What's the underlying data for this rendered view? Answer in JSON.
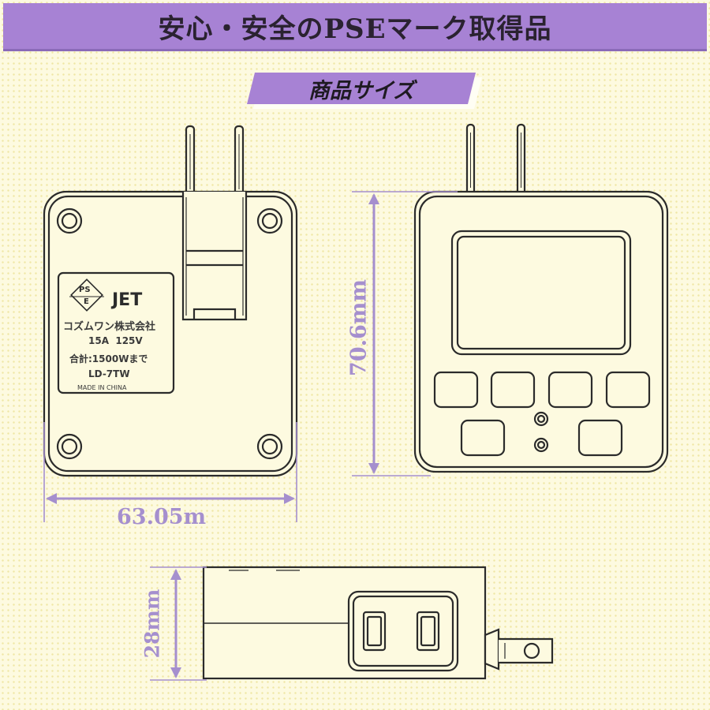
{
  "header": {
    "title": "安心・安全のPSEマーク取得品"
  },
  "section": {
    "title": "商品サイズ"
  },
  "label": {
    "pse": "PS\nE",
    "pse_top": "PS",
    "pse_bottom": "E",
    "jet": "JET",
    "company": "コズムワン株式会社",
    "rating": "15A  125V",
    "total": "合計:1500Wまで",
    "model": "LD-7TW",
    "origin": "MADE IN CHINA"
  },
  "dimensions": {
    "width": "63.05m",
    "height": "70.6mm",
    "depth": "28mm"
  },
  "colors": {
    "banner": "#a782d4",
    "dimension": "#a58fce",
    "line": "#2b2b2b",
    "background": "#fdfae0"
  }
}
